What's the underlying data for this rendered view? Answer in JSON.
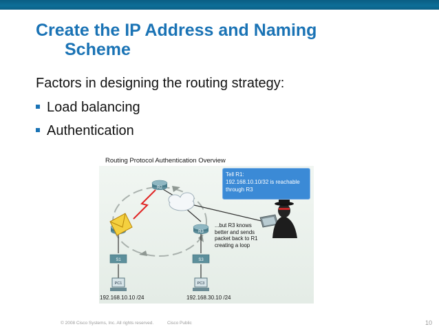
{
  "slide": {
    "title_line1": "Create the IP Address and Naming",
    "title_line2": "Scheme",
    "subtitle": "Factors in designing the routing strategy:",
    "bullets": [
      "Load balancing",
      "Authentication"
    ],
    "accent_color": "#1a73b5",
    "topbar_color": "#0d6f98"
  },
  "figure": {
    "title": "Routing Protocol Authentication Overview",
    "callout_lines": [
      "Tell R1:",
      "192.168.10.10/32 is reachable",
      "through R3"
    ],
    "note_lines": [
      "...but R3 knows",
      "better and sends",
      "packet back to R1",
      "creating a loop"
    ],
    "devices": {
      "r1": "R1",
      "r2": "R2",
      "r3": "R3",
      "s1": "S1",
      "s3": "S3",
      "pc1": "PC1",
      "pc3": "PC3"
    },
    "ip_left": "192.168.10.10 /24",
    "ip_right": "192.168.30.10 /24",
    "icons": {
      "router": "router-icon",
      "switch": "switch-icon",
      "pc": "pc-icon",
      "cloud": "cloud-icon",
      "hacker": "attacker-icon",
      "laptop": "laptop-icon",
      "wan_link": "lightning-link-icon",
      "envelope": "envelope-icon"
    }
  },
  "footer": {
    "copyright": "© 2008 Cisco Systems, Inc. All rights reserved.",
    "classification": "Cisco Public",
    "page_number": "10"
  }
}
